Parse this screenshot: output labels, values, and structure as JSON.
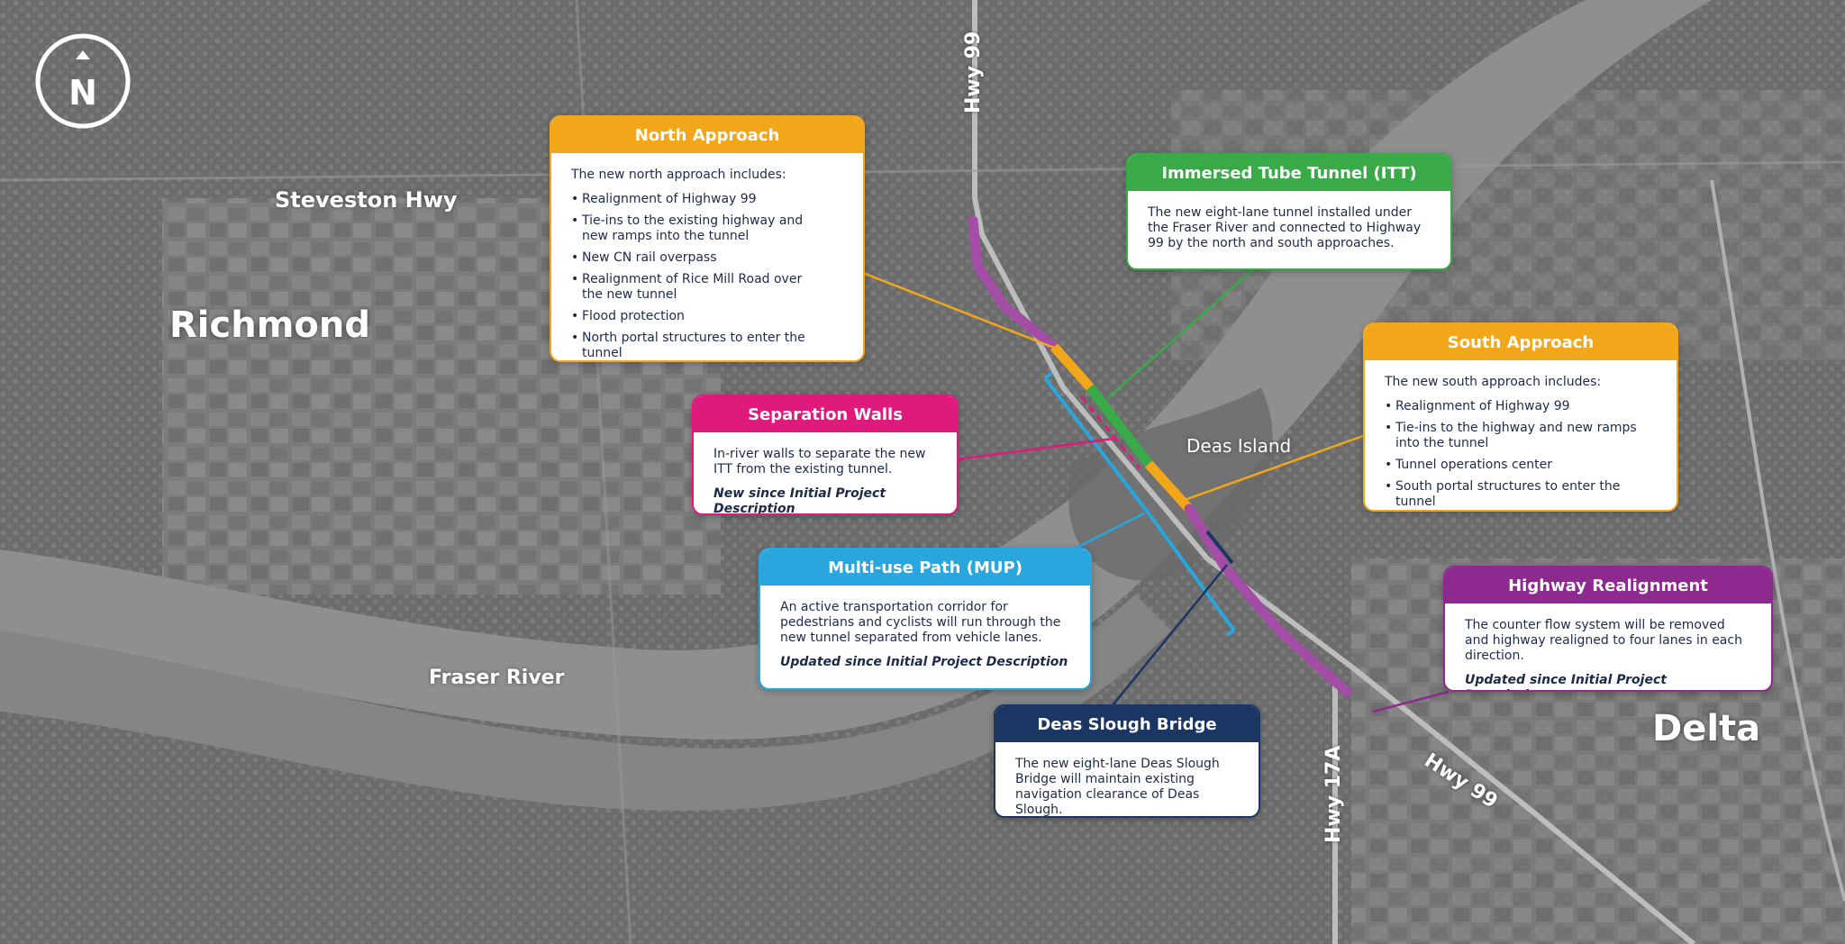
{
  "places": {
    "richmond": "Richmond",
    "delta": "Delta",
    "steveston": "Steveston Hwy",
    "fraser_river": "Fraser River",
    "deas_island": "Deas Island",
    "hwy99_north": "Hwy 99",
    "hwy17a": "Hwy 17A",
    "hwy99_south": "Hwy 99"
  },
  "compass": {
    "label": "N",
    "icon": "north-arrow-icon"
  },
  "colors": {
    "north_approach": "#f2a71b",
    "itt": "#3aaa48",
    "south_approach": "#f2a71b",
    "separation_walls": "#e0197d",
    "mup": "#2aa6df",
    "highway_realignment": "#8e2a8f",
    "deas_slough": "#1c3663"
  },
  "callouts": {
    "north_approach": {
      "title": "North Approach",
      "intro": "The new north approach includes:",
      "items": [
        "Realignment of Highway 99",
        "Tie-ins to the existing highway and new ramps into the tunnel",
        "New CN rail overpass",
        "Realignment of Rice Mill Road over the new tunnel",
        "Flood protection",
        "North portal structures to enter the tunnel"
      ]
    },
    "itt": {
      "title": "Immersed Tube Tunnel (ITT)",
      "body": "The new eight-lane tunnel installed under the Fraser River and connected to Highway 99 by the north and south approaches."
    },
    "south_approach": {
      "title": "South Approach",
      "intro": "The new south approach includes:",
      "items": [
        "Realignment of Highway 99",
        "Tie-ins to the highway and new ramps into the tunnel",
        "Tunnel operations center",
        "South portal structures to enter the tunnel"
      ]
    },
    "separation_walls": {
      "title": "Separation Walls",
      "body": "In-river walls to separate the new ITT from the existing tunnel.",
      "note": "New since Initial Project Description"
    },
    "mup": {
      "title": "Multi-use Path (MUP)",
      "body": "An active transportation corridor for pedestrians and cyclists will run through the new tunnel separated from vehicle lanes.",
      "note": "Updated since Initial Project Description"
    },
    "highway_realignment": {
      "title": "Highway Realignment",
      "body": "The counter flow system will be removed and highway realigned to four lanes in each direction.",
      "note": "Updated since Initial Project Description"
    },
    "deas_slough": {
      "title": "Deas Slough Bridge",
      "body": "The new eight-lane Deas Slough Bridge will maintain existing navigation clearance of Deas Slough."
    }
  }
}
